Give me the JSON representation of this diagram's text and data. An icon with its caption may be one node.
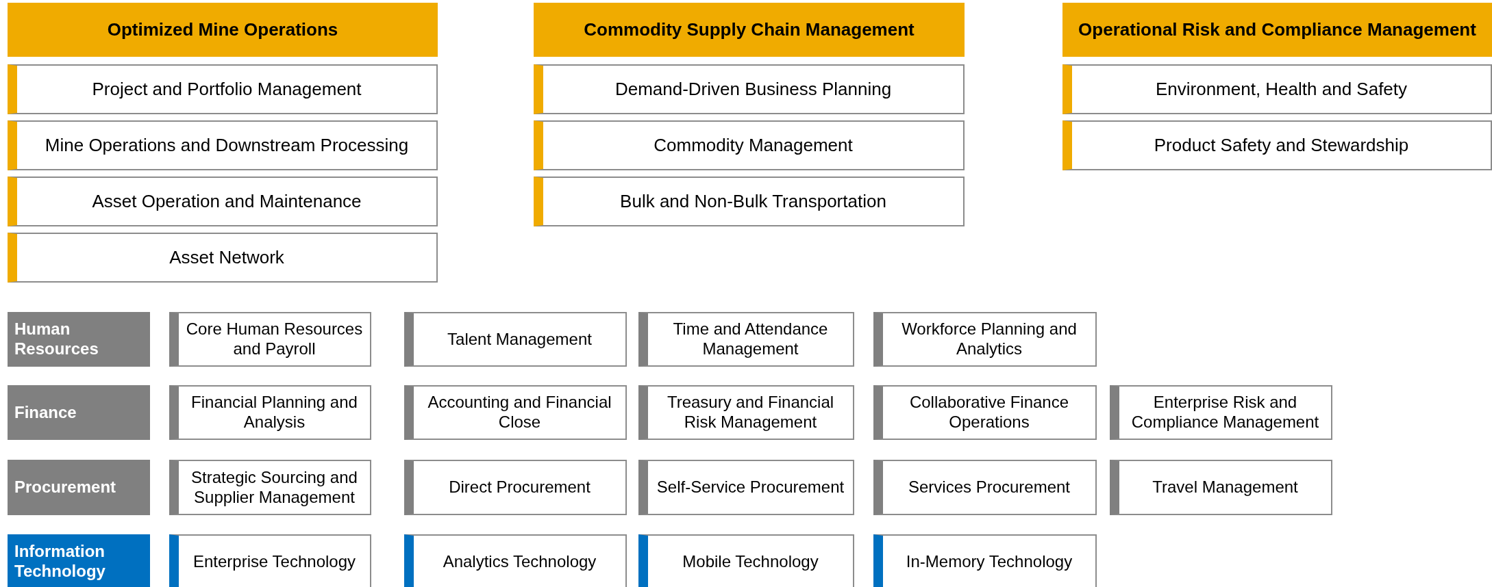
{
  "diagram": {
    "nodes": [
      {
        "text": [
          "Optimized Mine Operations"
        ]
      },
      {
        "text": [
          "Commodity Supply Chain Management"
        ]
      },
      {
        "text": [
          "Operational Risk and Compliance Management"
        ]
      },
      {
        "text": [
          "Project and Portfolio Management"
        ]
      },
      {
        "text": [
          "Demand-Driven Business Planning"
        ]
      },
      {
        "text": [
          "Environment, Health and Safety"
        ]
      },
      {
        "text": [
          "Mine Operations and Downstream Processing"
        ]
      },
      {
        "text": [
          "Commodity Management"
        ]
      },
      {
        "text": [
          "Product Safety and Stewardship"
        ]
      },
      {
        "text": [
          "Asset Operation and Maintenance"
        ]
      },
      {
        "text": [
          "Bulk and Non-Bulk Transportation"
        ]
      },
      {
        "text": [
          "Asset Network"
        ]
      },
      {
        "text": [
          "Human Resources"
        ]
      },
      {
        "text": [
          "Core Human Resources and Payroll"
        ]
      },
      {
        "text": [
          "Talent Management"
        ]
      },
      {
        "text": [
          "Time and Attendance Management"
        ]
      },
      {
        "text": [
          "Workforce Planning and Analytics"
        ]
      },
      {
        "text": [
          "Finance"
        ]
      },
      {
        "text": [
          "Financial Planning and Analysis"
        ]
      },
      {
        "text": [
          "Accounting and Financial Close"
        ]
      },
      {
        "text": [
          "Treasury and Financial Risk Management"
        ]
      },
      {
        "text": [
          "Collaborative Finance Operations"
        ]
      },
      {
        "text": [
          "Enterprise Risk and Compliance Management"
        ]
      },
      {
        "text": [
          "Procurement"
        ]
      },
      {
        "text": [
          "Strategic Sourcing and Supplier Management"
        ]
      },
      {
        "text": [
          "Direct Procurement"
        ]
      },
      {
        "text": [
          "Self-Service Procurement"
        ]
      },
      {
        "text": [
          "Services Procurement"
        ]
      },
      {
        "text": [
          "Travel Management"
        ]
      },
      {
        "text": [
          "Information Technology"
        ]
      },
      {
        "text": [
          "Enterprise Technology"
        ]
      },
      {
        "text": [
          "Analytics Technology"
        ]
      },
      {
        "text": [
          "Mobile Technology"
        ]
      },
      {
        "text": [
          "In-Memory Technology"
        ]
      }
    ]
  }
}
